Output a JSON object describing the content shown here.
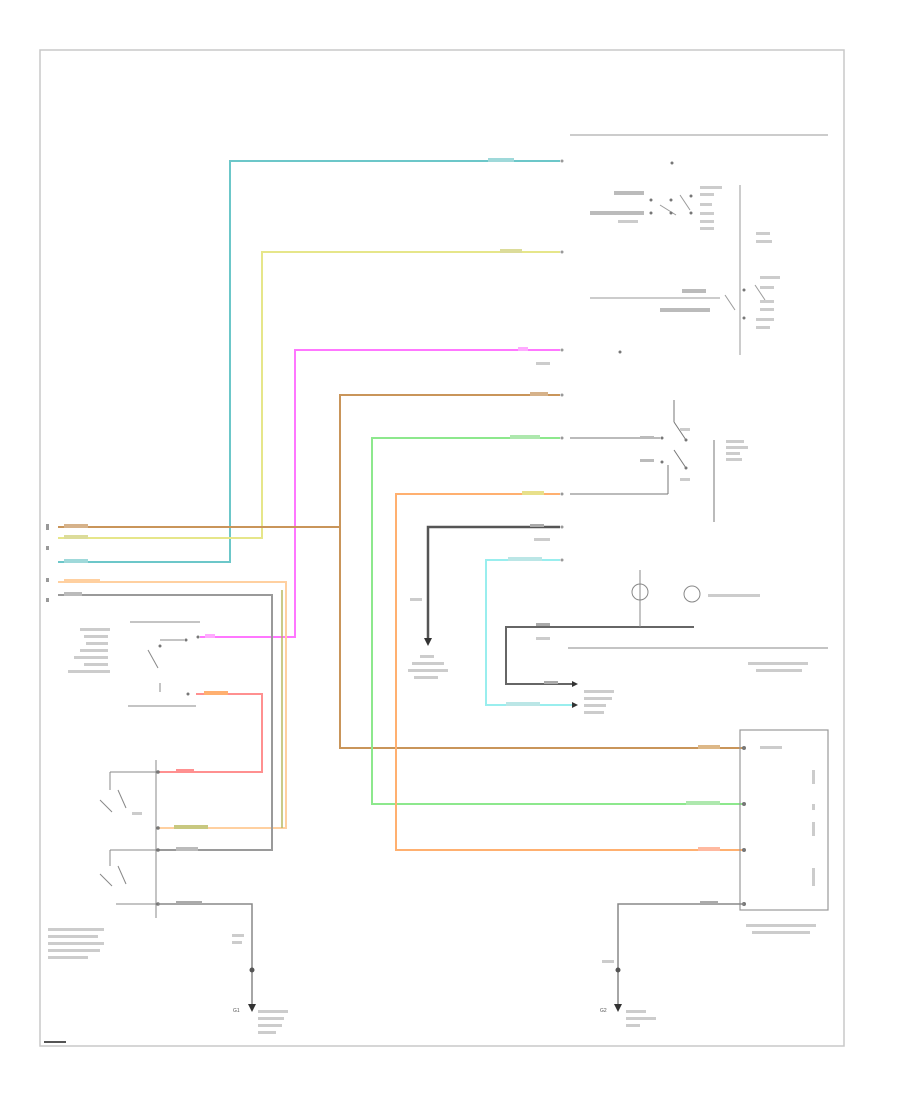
{
  "wires": [
    {
      "id": "cyan",
      "color": "#6cc7c9"
    },
    {
      "id": "yellow",
      "color": "#e6e68a"
    },
    {
      "id": "magenta",
      "color": "#ff77ff"
    },
    {
      "id": "brown",
      "color": "#c9955a"
    },
    {
      "id": "green",
      "color": "#8de88d"
    },
    {
      "id": "orange",
      "color": "#ffb070"
    },
    {
      "id": "gray",
      "color": "#9a9a9a"
    },
    {
      "id": "dark",
      "color": "#555555"
    },
    {
      "id": "lightcyan",
      "color": "#99eeee"
    },
    {
      "id": "pink",
      "color": "#ff8080"
    },
    {
      "id": "olive",
      "color": "#b8b860"
    },
    {
      "id": "peach",
      "color": "#ffd0a0"
    },
    {
      "id": "lightbrown",
      "color": "#e0b080"
    }
  ],
  "labels": {
    "ground_left": "G1",
    "ground_right": "G2"
  }
}
